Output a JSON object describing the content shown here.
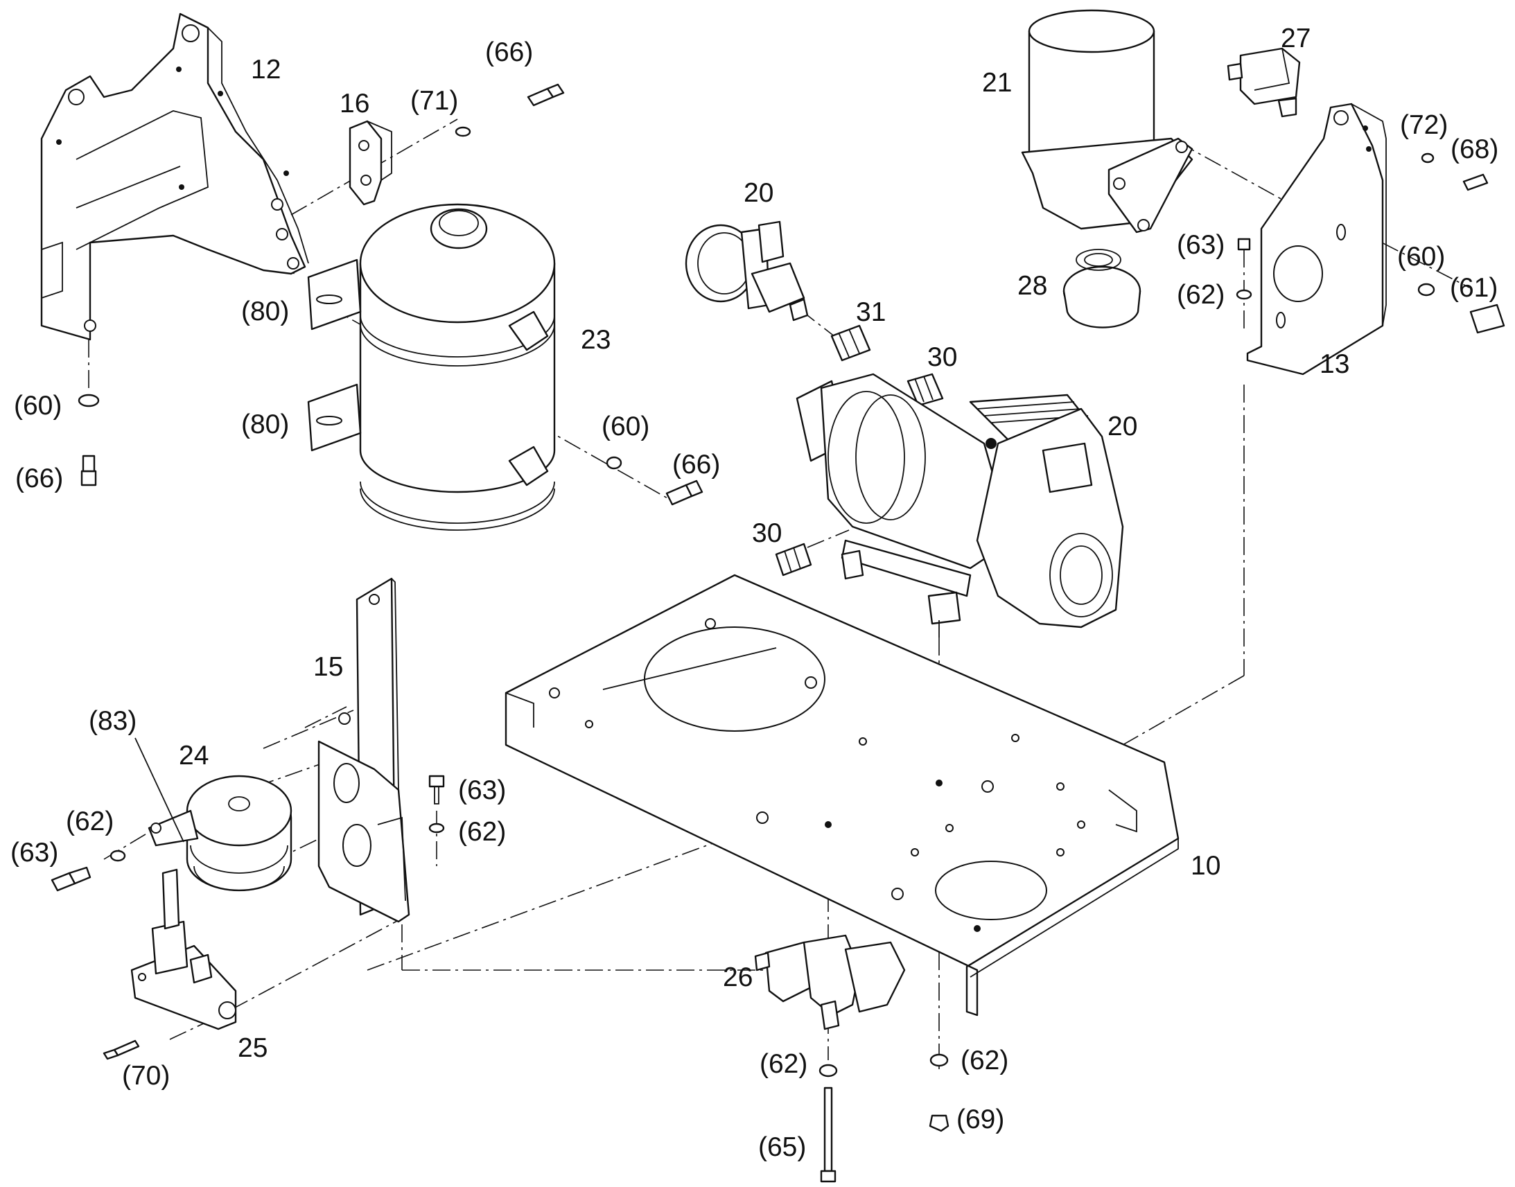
{
  "diagram": {
    "type": "exploded parts drawing",
    "colors": {
      "line": "#111111",
      "paper": "#ffffff"
    },
    "callouts": {
      "p10": "10",
      "p12": "12",
      "p13": "13",
      "p15": "15",
      "p16": "16",
      "p20a": "20",
      "p20b": "20",
      "p21": "21",
      "p23": "23",
      "p24": "24",
      "p25": "25",
      "p26": "26",
      "p27": "27",
      "p28": "28",
      "p30a": "30",
      "p30b": "30",
      "p31": "31",
      "h60a": "(60)",
      "h60b": "(60)",
      "h60c": "(60)",
      "h61": "(61)",
      "h62a": "(62)",
      "h62b": "(62)",
      "h62c": "(62)",
      "h62d": "(62)",
      "h62e": "(62)",
      "h63a": "(63)",
      "h63b": "(63)",
      "h63c": "(63)",
      "h65": "(65)",
      "h66a": "(66)",
      "h66b": "(66)",
      "h66c": "(66)",
      "h68": "(68)",
      "h69": "(69)",
      "h70": "(70)",
      "h71": "(71)",
      "h72": "(72)",
      "h80a": "(80)",
      "h80b": "(80)",
      "h83": "(83)"
    }
  }
}
